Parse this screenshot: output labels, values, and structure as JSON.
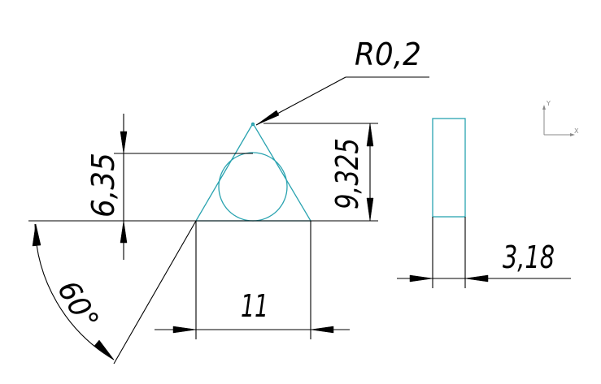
{
  "colors": {
    "part_outline": "#2aa3b0",
    "dimension": "#000000",
    "axis_indicator": "#8a8a8a"
  },
  "dimensions": {
    "radius": "R0,2",
    "inscribed_diameter": "6,35",
    "height": "9,325",
    "angle": "60°",
    "side_length": "11",
    "thickness": "3,18"
  },
  "axis_indicator": {
    "y_label": "Y",
    "x_label": "X"
  }
}
